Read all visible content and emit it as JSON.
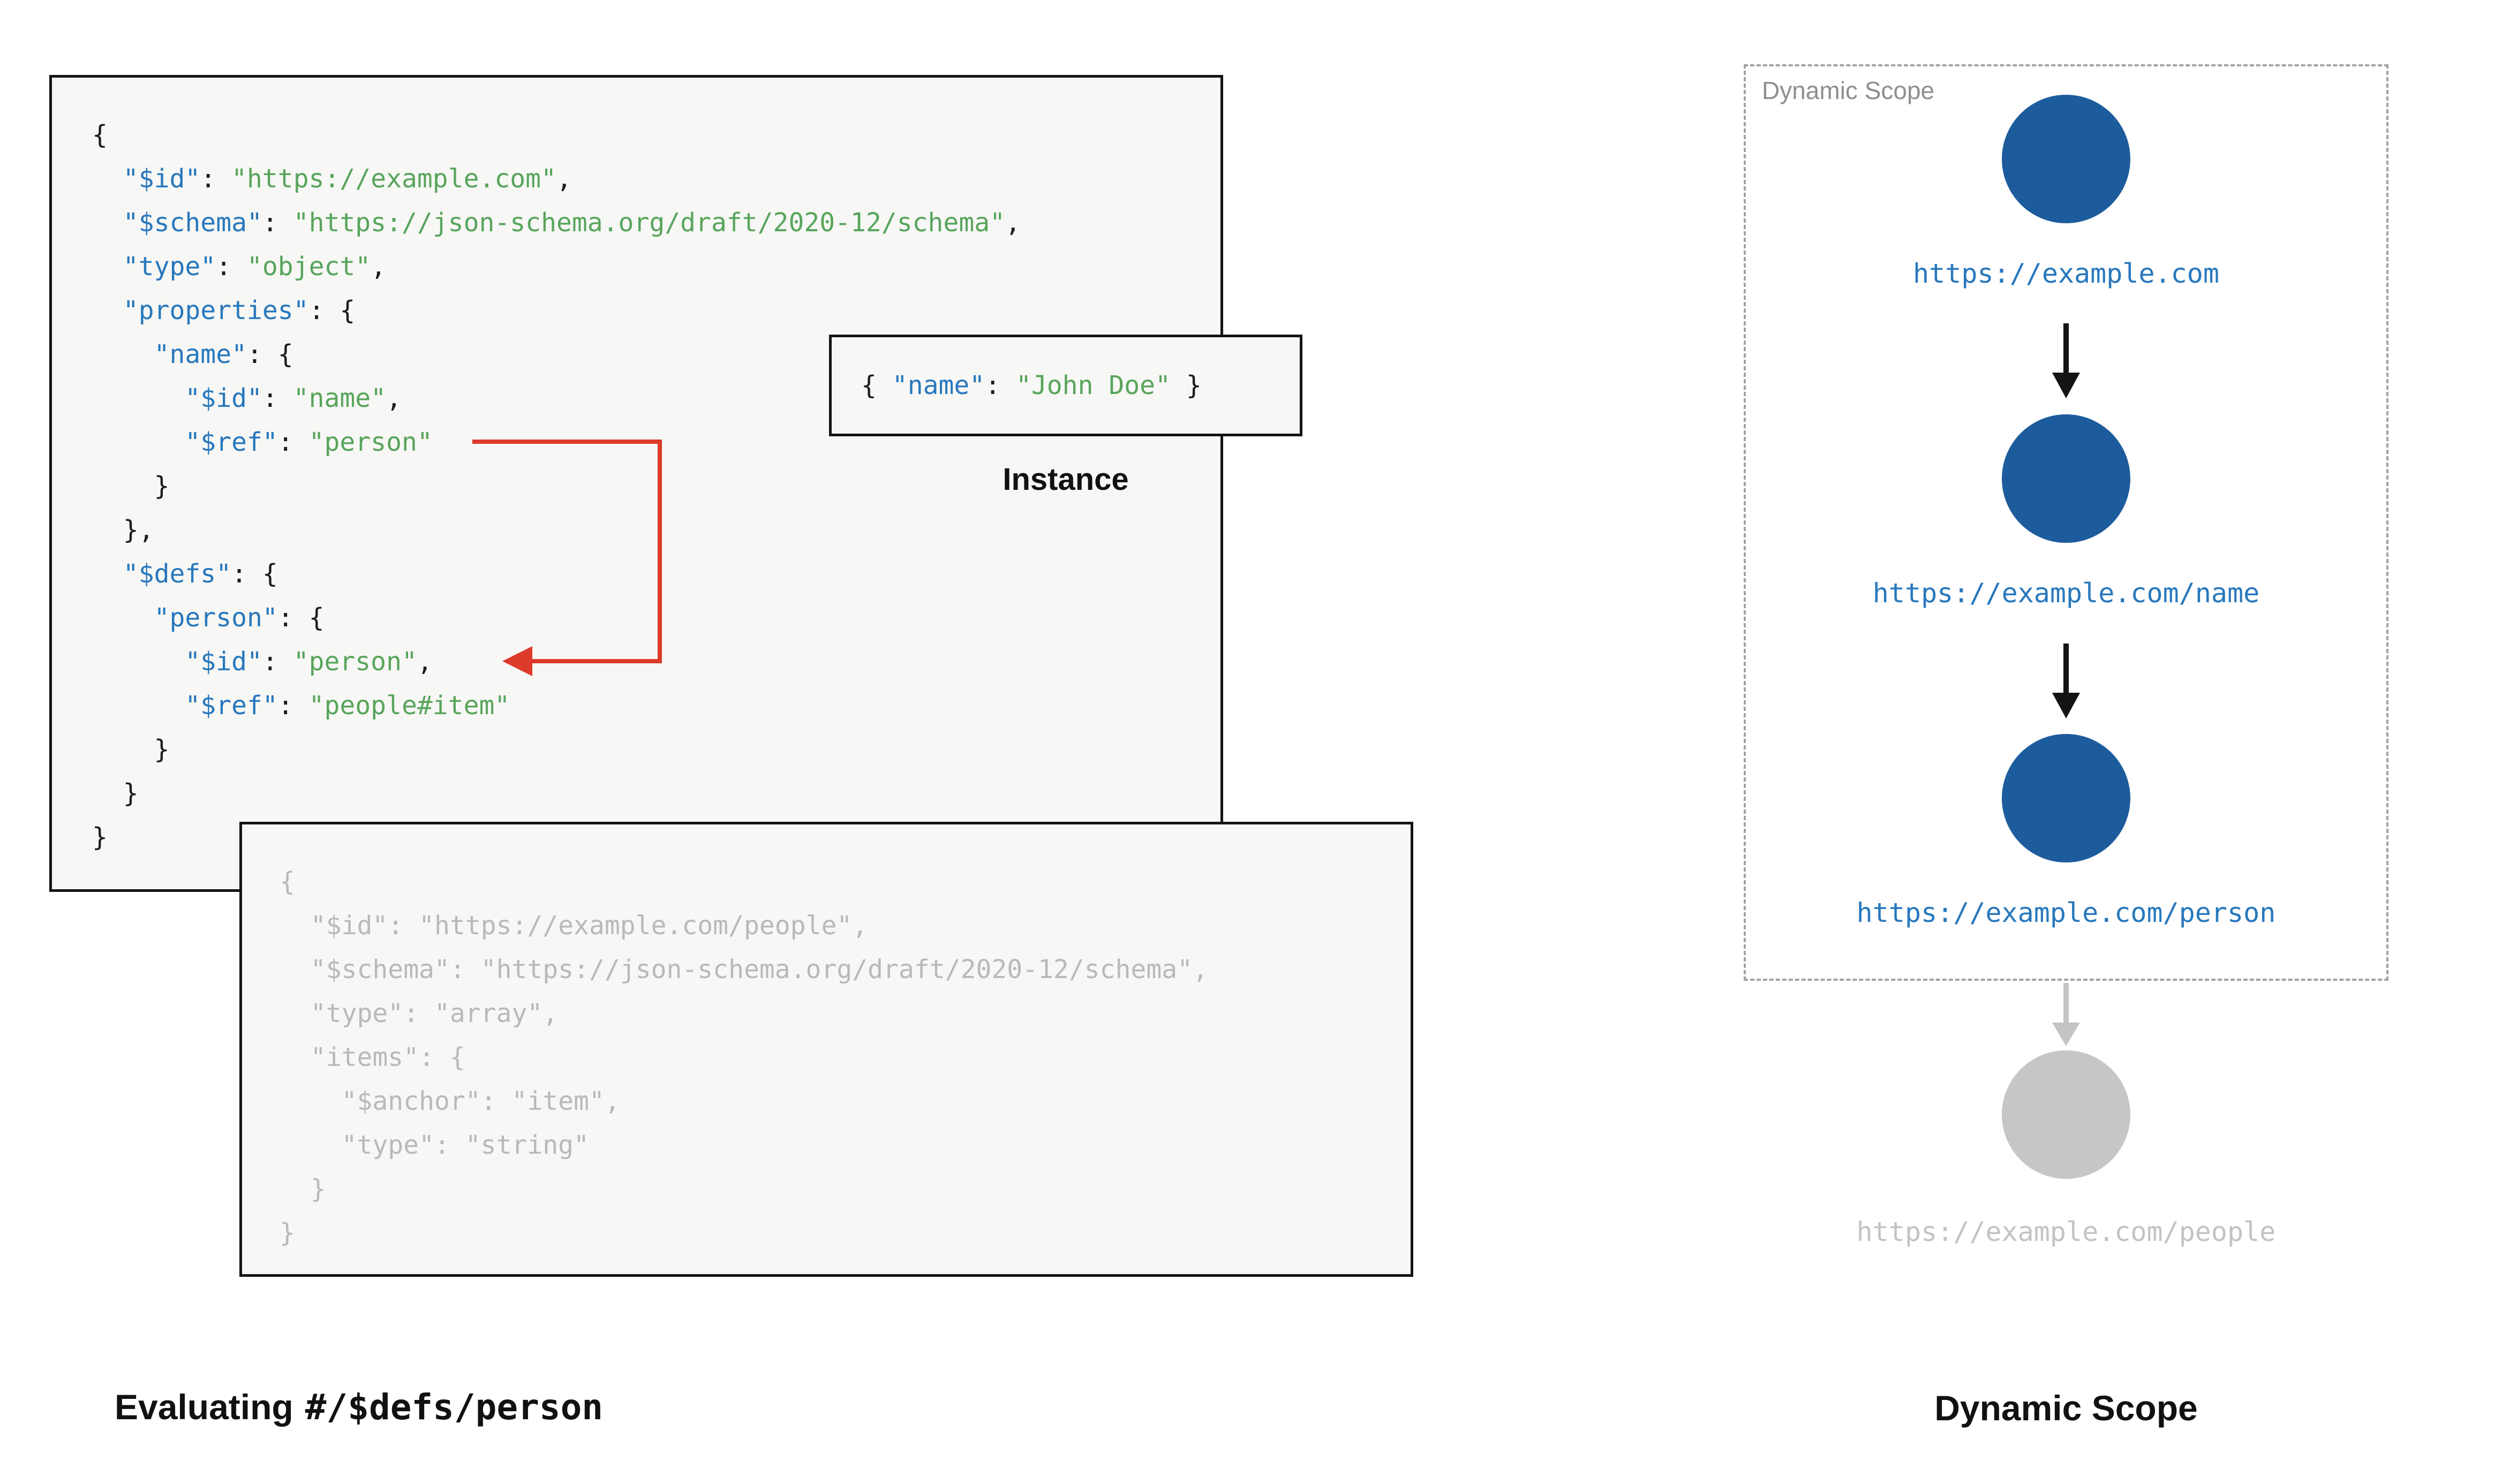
{
  "colors": {
    "key_blue": "#2878bd",
    "string_green": "#58a55c",
    "muted_gray": "#b9b9b9",
    "node_blue": "#1d5c9c",
    "node_gray": "#c6c6c6",
    "ref_arrow_red": "#dc3a2b",
    "panel_bg": "#f7f7f5"
  },
  "schema_box": {
    "lines": [
      [
        {
          "c": "p",
          "t": "{"
        }
      ],
      [
        {
          "c": "p",
          "t": "  "
        },
        {
          "c": "k",
          "t": "\"$id\""
        },
        {
          "c": "p",
          "t": ": "
        },
        {
          "c": "s",
          "t": "\"https://example.com\""
        },
        {
          "c": "p",
          "t": ","
        }
      ],
      [
        {
          "c": "p",
          "t": "  "
        },
        {
          "c": "k",
          "t": "\"$schema\""
        },
        {
          "c": "p",
          "t": ": "
        },
        {
          "c": "s",
          "t": "\"https://json-schema.org/draft/2020-12/schema\""
        },
        {
          "c": "p",
          "t": ","
        }
      ],
      [
        {
          "c": "p",
          "t": "  "
        },
        {
          "c": "k",
          "t": "\"type\""
        },
        {
          "c": "p",
          "t": ": "
        },
        {
          "c": "s",
          "t": "\"object\""
        },
        {
          "c": "p",
          "t": ","
        }
      ],
      [
        {
          "c": "p",
          "t": "  "
        },
        {
          "c": "k",
          "t": "\"properties\""
        },
        {
          "c": "p",
          "t": ": {"
        }
      ],
      [
        {
          "c": "p",
          "t": "    "
        },
        {
          "c": "k",
          "t": "\"name\""
        },
        {
          "c": "p",
          "t": ": {"
        }
      ],
      [
        {
          "c": "p",
          "t": "      "
        },
        {
          "c": "k",
          "t": "\"$id\""
        },
        {
          "c": "p",
          "t": ": "
        },
        {
          "c": "s",
          "t": "\"name\""
        },
        {
          "c": "p",
          "t": ","
        }
      ],
      [
        {
          "c": "p",
          "t": "      "
        },
        {
          "c": "k",
          "t": "\"$ref\""
        },
        {
          "c": "p",
          "t": ": "
        },
        {
          "c": "s",
          "t": "\"person\""
        }
      ],
      [
        {
          "c": "p",
          "t": "    }"
        }
      ],
      [
        {
          "c": "p",
          "t": "  },"
        }
      ],
      [
        {
          "c": "p",
          "t": "  "
        },
        {
          "c": "k",
          "t": "\"$defs\""
        },
        {
          "c": "p",
          "t": ": {"
        }
      ],
      [
        {
          "c": "p",
          "t": "    "
        },
        {
          "c": "k",
          "t": "\"person\""
        },
        {
          "c": "p",
          "t": ": {"
        }
      ],
      [
        {
          "c": "p",
          "t": "      "
        },
        {
          "c": "k",
          "t": "\"$id\""
        },
        {
          "c": "p",
          "t": ": "
        },
        {
          "c": "s",
          "t": "\"person\""
        },
        {
          "c": "p",
          "t": ","
        }
      ],
      [
        {
          "c": "p",
          "t": "      "
        },
        {
          "c": "k",
          "t": "\"$ref\""
        },
        {
          "c": "p",
          "t": ": "
        },
        {
          "c": "s",
          "t": "\"people#item\""
        }
      ],
      [
        {
          "c": "p",
          "t": "    }"
        }
      ],
      [
        {
          "c": "p",
          "t": "  }"
        }
      ],
      [
        {
          "c": "p",
          "t": "}"
        }
      ]
    ]
  },
  "instance": {
    "caption": "Instance",
    "lines": [
      [
        {
          "c": "p",
          "t": "{ "
        },
        {
          "c": "k",
          "t": "\"name\""
        },
        {
          "c": "p",
          "t": ": "
        },
        {
          "c": "s",
          "t": "\"John Doe\""
        },
        {
          "c": "p",
          "t": " }"
        }
      ]
    ]
  },
  "people_box": {
    "lines": [
      [
        {
          "c": "p",
          "t": "{"
        }
      ],
      [
        {
          "c": "p",
          "t": "  "
        },
        {
          "c": "k",
          "t": "\"$id\""
        },
        {
          "c": "p",
          "t": ": "
        },
        {
          "c": "s",
          "t": "\"https://example.com/people\""
        },
        {
          "c": "p",
          "t": ","
        }
      ],
      [
        {
          "c": "p",
          "t": "  "
        },
        {
          "c": "k",
          "t": "\"$schema\""
        },
        {
          "c": "p",
          "t": ": "
        },
        {
          "c": "s",
          "t": "\"https://json-schema.org/draft/2020-12/schema\""
        },
        {
          "c": "p",
          "t": ","
        }
      ],
      [
        {
          "c": "p",
          "t": "  "
        },
        {
          "c": "k",
          "t": "\"type\""
        },
        {
          "c": "p",
          "t": ": "
        },
        {
          "c": "s",
          "t": "\"array\""
        },
        {
          "c": "p",
          "t": ","
        }
      ],
      [
        {
          "c": "p",
          "t": "  "
        },
        {
          "c": "k",
          "t": "\"items\""
        },
        {
          "c": "p",
          "t": ": {"
        }
      ],
      [
        {
          "c": "p",
          "t": "    "
        },
        {
          "c": "k",
          "t": "\"$anchor\""
        },
        {
          "c": "p",
          "t": ": "
        },
        {
          "c": "s",
          "t": "\"item\""
        },
        {
          "c": "p",
          "t": ","
        }
      ],
      [
        {
          "c": "p",
          "t": "    "
        },
        {
          "c": "k",
          "t": "\"type\""
        },
        {
          "c": "p",
          "t": ": "
        },
        {
          "c": "s",
          "t": "\"string\""
        }
      ],
      [
        {
          "c": "p",
          "t": "  }"
        }
      ],
      [
        {
          "c": "p",
          "t": "}"
        }
      ]
    ]
  },
  "scope": {
    "box_label": "Dynamic Scope",
    "nodes": [
      {
        "label": "https://example.com",
        "state": "active"
      },
      {
        "label": "https://example.com/name",
        "state": "active"
      },
      {
        "label": "https://example.com/person",
        "state": "active"
      },
      {
        "label": "https://example.com/people",
        "state": "inactive"
      }
    ]
  },
  "captions": {
    "left_prefix": "Evaluating",
    "left_path": "#/$defs/person",
    "right": "Dynamic Scope"
  }
}
